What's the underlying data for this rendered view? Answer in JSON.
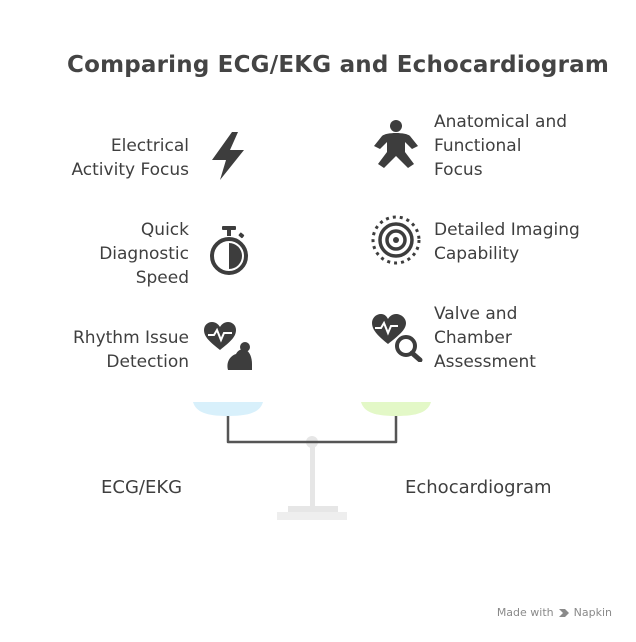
{
  "title": "Comparing ECG/EKG and Echocardiogram",
  "left": {
    "name": "ECG/EKG",
    "color": "#d8f0fb",
    "items": [
      {
        "label": "Electrical\nActivity Focus",
        "icon": "lightning-icon"
      },
      {
        "label": "Quick\nDiagnostic\nSpeed",
        "icon": "stopwatch-icon"
      },
      {
        "label": "Rhythm Issue\nDetection",
        "icon": "heart-arm-icon"
      }
    ]
  },
  "right": {
    "name": "Echocardiogram",
    "color": "#e3f8c7",
    "items": [
      {
        "label": "Anatomical and\nFunctional\nFocus",
        "icon": "human-figure-icon"
      },
      {
        "label": "Detailed Imaging\nCapability",
        "icon": "target-icon"
      },
      {
        "label": "Valve and\nChamber\nAssessment",
        "icon": "heart-search-icon"
      }
    ]
  },
  "footer": {
    "made_with": "Made with",
    "brand": "Napkin"
  }
}
